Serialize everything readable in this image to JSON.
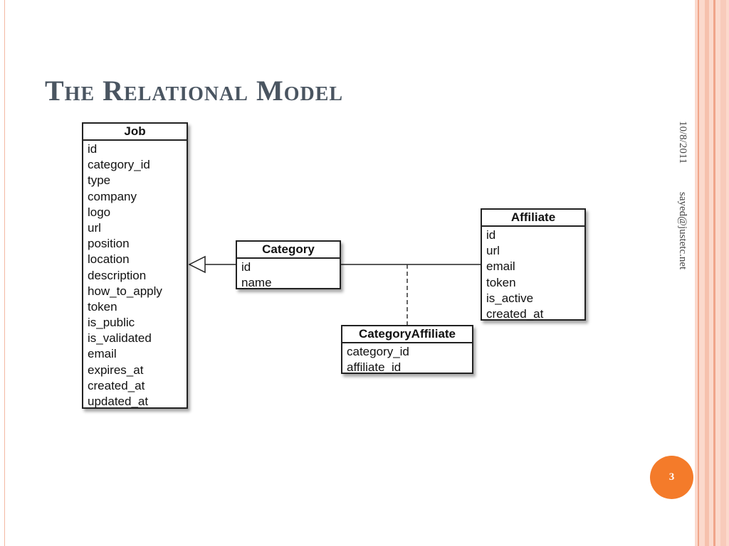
{
  "slide": {
    "title": "The Relational Model",
    "date": "10/8/2011",
    "author": "sayed@justetc.net",
    "page_number": "3",
    "accent_color": "#f47b2a",
    "band_color": "#fbd9cc"
  },
  "entities": {
    "job": {
      "name": "Job",
      "fields": [
        "id",
        "category_id",
        "type",
        "company",
        "logo",
        "url",
        "position",
        "location",
        "description",
        "how_to_apply",
        "token",
        "is_public",
        "is_validated",
        "email",
        "expires_at",
        "created_at",
        "updated_at"
      ]
    },
    "category": {
      "name": "Category",
      "fields": [
        "id",
        "name"
      ]
    },
    "affiliate": {
      "name": "Affiliate",
      "fields": [
        "id",
        "url",
        "email",
        "token",
        "is_active",
        "created_at"
      ]
    },
    "category_affiliate": {
      "name": "CategoryAffiliate",
      "fields": [
        "category_id",
        "affiliate_id"
      ]
    }
  },
  "relations": [
    {
      "from": "category",
      "to": "job",
      "style": "solid",
      "end": "open-triangle"
    },
    {
      "from": "category",
      "to": "affiliate",
      "style": "solid"
    },
    {
      "from": "category_affiliate",
      "to": "category-affiliate-link",
      "style": "dashed"
    }
  ]
}
